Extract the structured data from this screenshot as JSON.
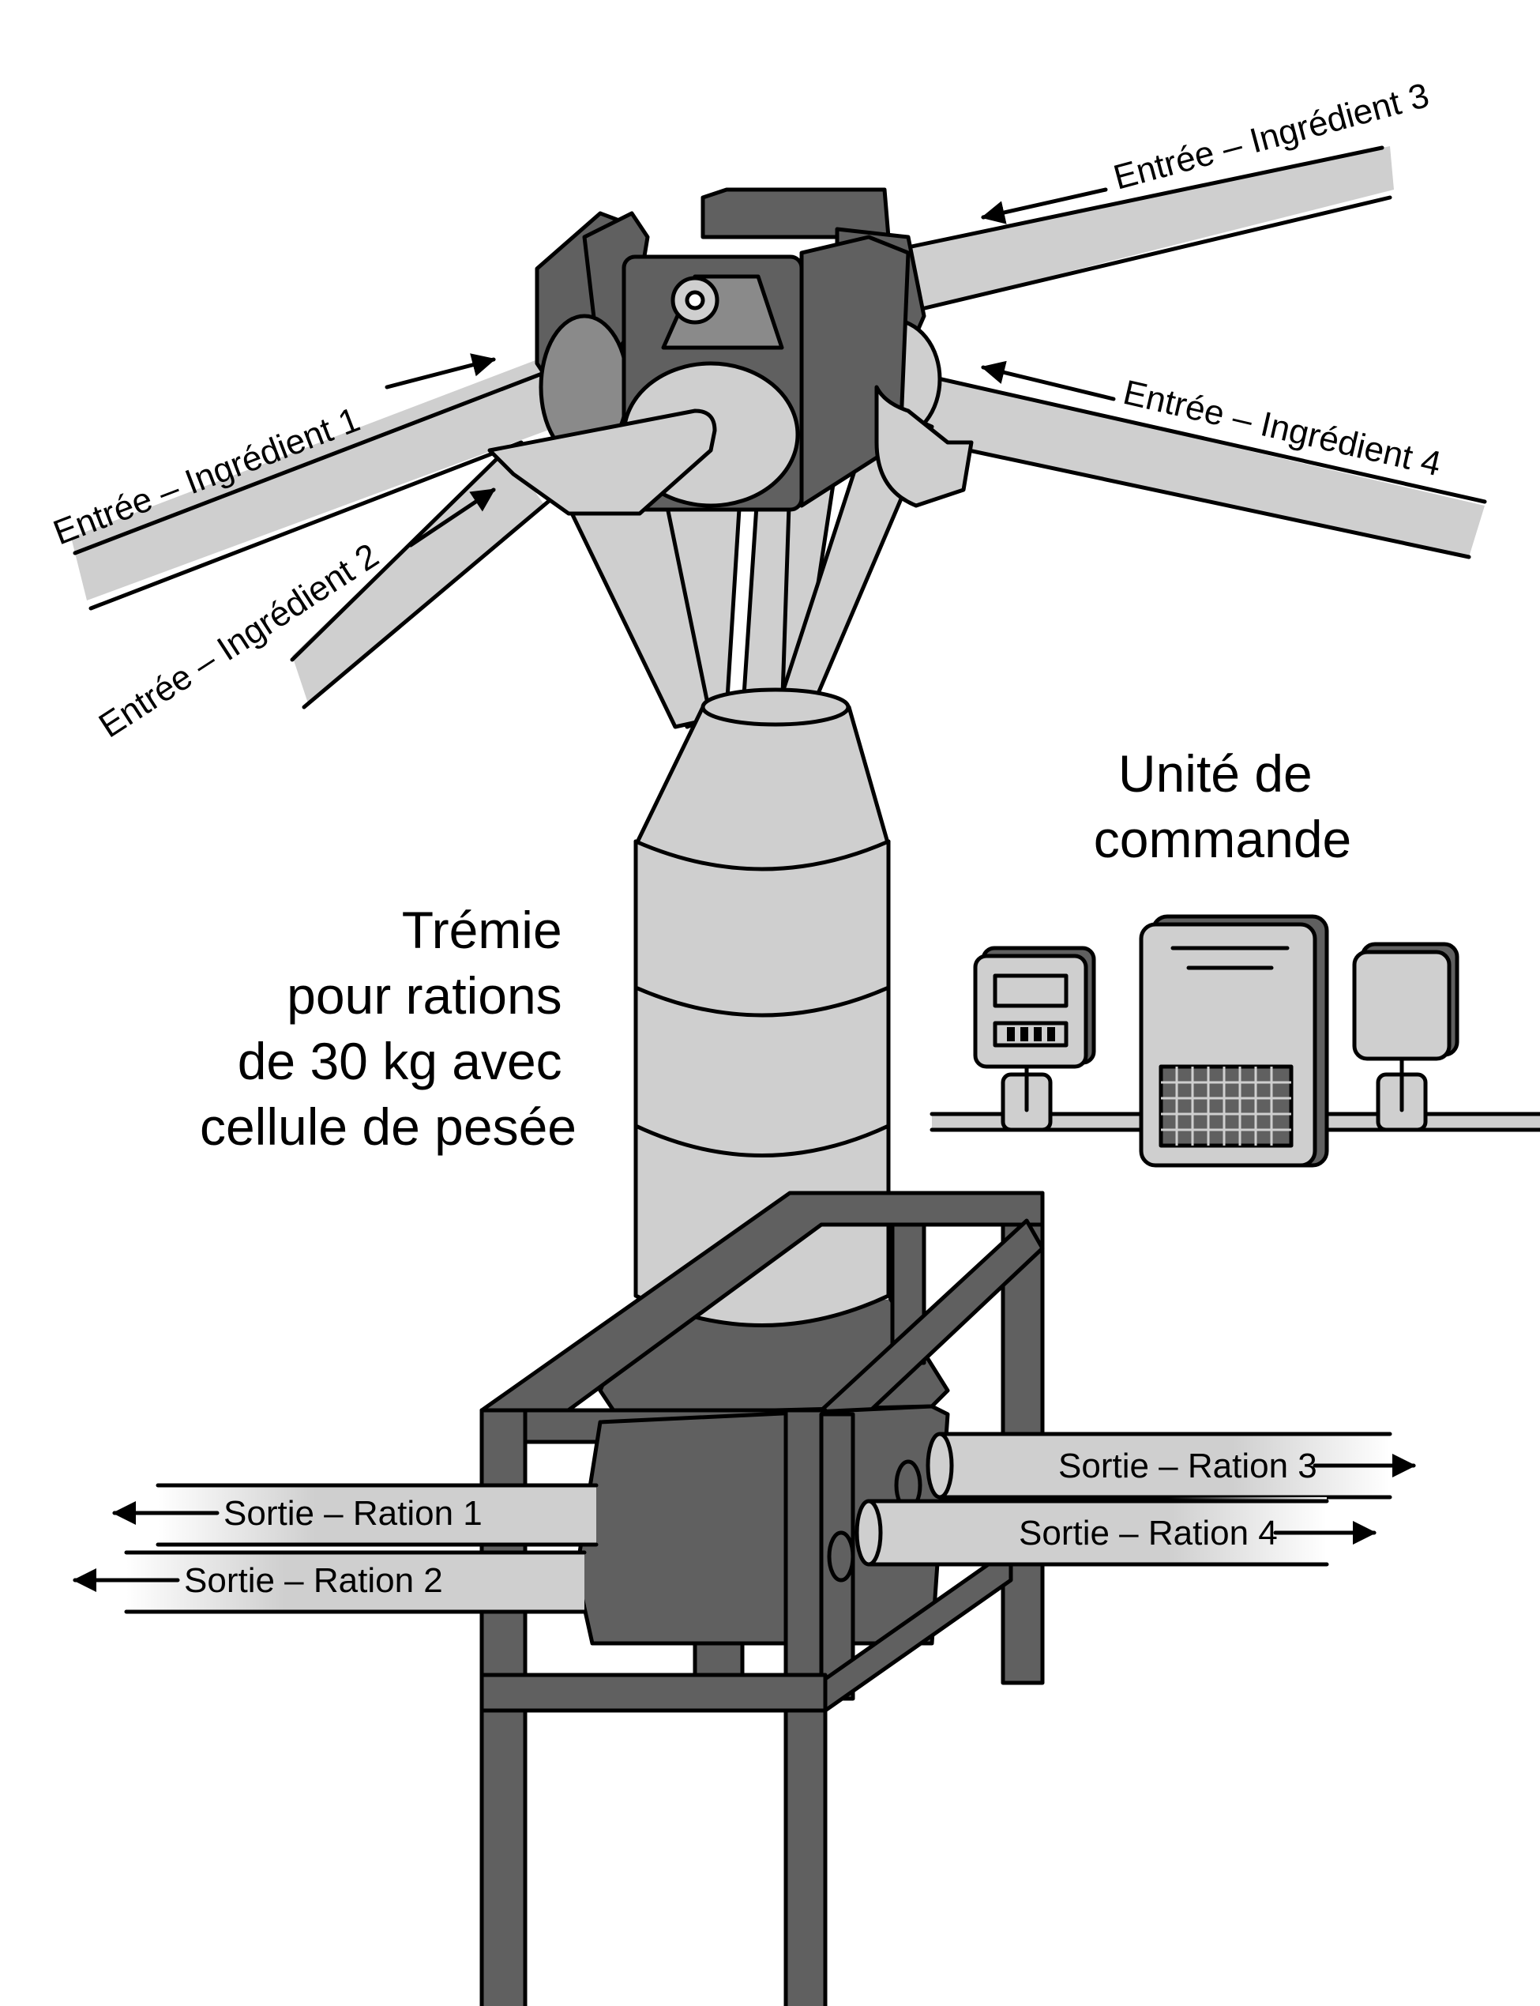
{
  "labels": {
    "input1": "Entrée – Ingrédient 1",
    "input2": "Entrée – Ingrédient 2",
    "input3": "Entrée – Ingrédient 3",
    "input4": "Entrée – Ingrédient 4",
    "hopper": [
      "Trémie",
      "pour rations",
      "de 30 kg avec",
      "cellule de pesée"
    ],
    "control": [
      "Unité de",
      "commande"
    ],
    "output1": "Sortie – Ration 1",
    "output2": "Sortie – Ration 2",
    "output3": "Sortie – Ration 3",
    "output4": "Sortie – Ration 4"
  },
  "colors": {
    "light": "#cfcfcf",
    "mid": "#8a8a8a",
    "dark": "#606060",
    "line": "#000000"
  }
}
